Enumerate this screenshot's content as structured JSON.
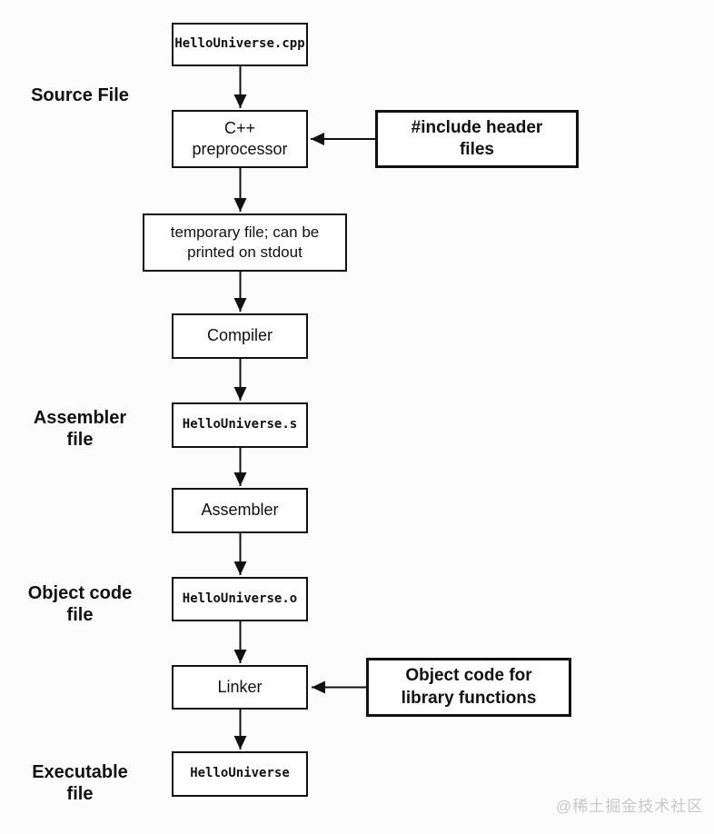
{
  "diagram": {
    "title_hint": "C++ compilation pipeline flowchart",
    "stage_labels": [
      {
        "id": "source",
        "text": "Source File"
      },
      {
        "id": "assembler",
        "text": "Assembler\nfile"
      },
      {
        "id": "object",
        "text": "Object code\nfile"
      },
      {
        "id": "executable",
        "text": "Executable\nfile"
      }
    ],
    "nodes": {
      "source_file": "HelloUniverse.cpp",
      "preprocessor": "C++\npreprocessor",
      "temp_file": "temporary file; can be\nprinted on stdout",
      "compiler": "Compiler",
      "assembly_file": "HelloUniverse.s",
      "assembler": "Assembler",
      "object_file": "HelloUniverse.o",
      "linker": "Linker",
      "executable": "HelloUniverse"
    },
    "inputs": {
      "headers": "#include header\nfiles",
      "libraries": "Object code for\nlibrary functions"
    },
    "flow": [
      "source_file -> preprocessor",
      "headers -> preprocessor",
      "preprocessor -> temp_file",
      "temp_file -> compiler",
      "compiler -> assembly_file",
      "assembly_file -> assembler",
      "assembler -> object_file",
      "object_file -> linker",
      "libraries -> linker",
      "linker -> executable"
    ]
  },
  "colors": {
    "line": "#111111",
    "box_fill": "#ffffff",
    "background": "#fcfcfc",
    "watermark": "#c9c9c9"
  },
  "watermark": "@稀土掘金技术社区"
}
